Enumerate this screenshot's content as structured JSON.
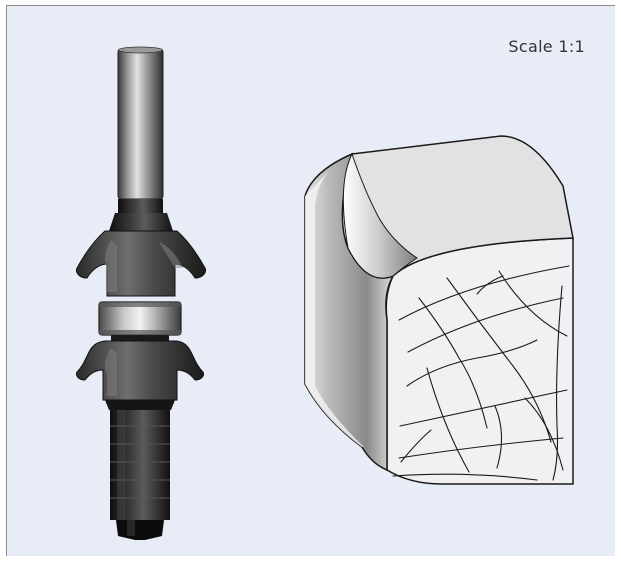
{
  "figure": {
    "scale_label": "Scale 1:1"
  },
  "colors": {
    "background": "#e8ecf6",
    "frame_border": "#8c8c8c",
    "metal_dark": "#1c1c1c",
    "metal_light": "#e6e6e6"
  },
  "icons": {
    "router_bit": "router-bit-illustration",
    "workpiece": "rounded-edge-block-illustration"
  }
}
